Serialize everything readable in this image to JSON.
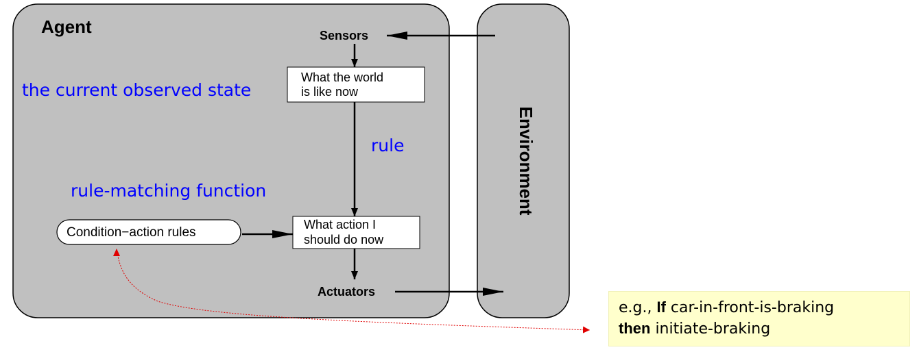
{
  "agent": {
    "label": "Agent"
  },
  "environment": {
    "label": "Environment"
  },
  "nodes": {
    "sensors": "Sensors",
    "actuators": "Actuators",
    "world_state": {
      "line1": "What the world",
      "line2": "is like now"
    },
    "action": {
      "line1": "What action I",
      "line2": "should do now"
    },
    "rules": "Condition−action rules"
  },
  "annotations": {
    "observed_state": "the current observed state",
    "rule": "rule",
    "matching": "rule-matching function"
  },
  "example_note": {
    "prefix": "e.g., ",
    "if_kw": "If",
    "condition": " car-in-front-is-braking",
    "then_kw": "then",
    "action": " initiate-braking"
  },
  "colors": {
    "panel": "#c0c0c0",
    "annotation": "#0000ff",
    "note_bg": "#ffffcc",
    "dashed_arrow": "#e00000"
  }
}
